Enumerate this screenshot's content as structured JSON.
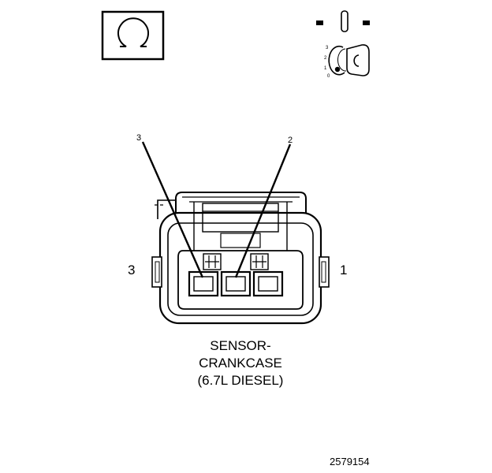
{
  "icons": {
    "ohmmeter": "ohm-meter-icon",
    "ignition": "ignition-key-icon"
  },
  "ignition_positions": [
    "3",
    "2",
    "1",
    "0"
  ],
  "connector": {
    "callout_pin_left": "3",
    "callout_pin_right": "2",
    "side_label_left": "3",
    "side_label_right": "1"
  },
  "caption": {
    "line1": "SENSOR-",
    "line2": "CRANKCASE",
    "line3": "(6.7L DIESEL)"
  },
  "figure_number": "2579154"
}
